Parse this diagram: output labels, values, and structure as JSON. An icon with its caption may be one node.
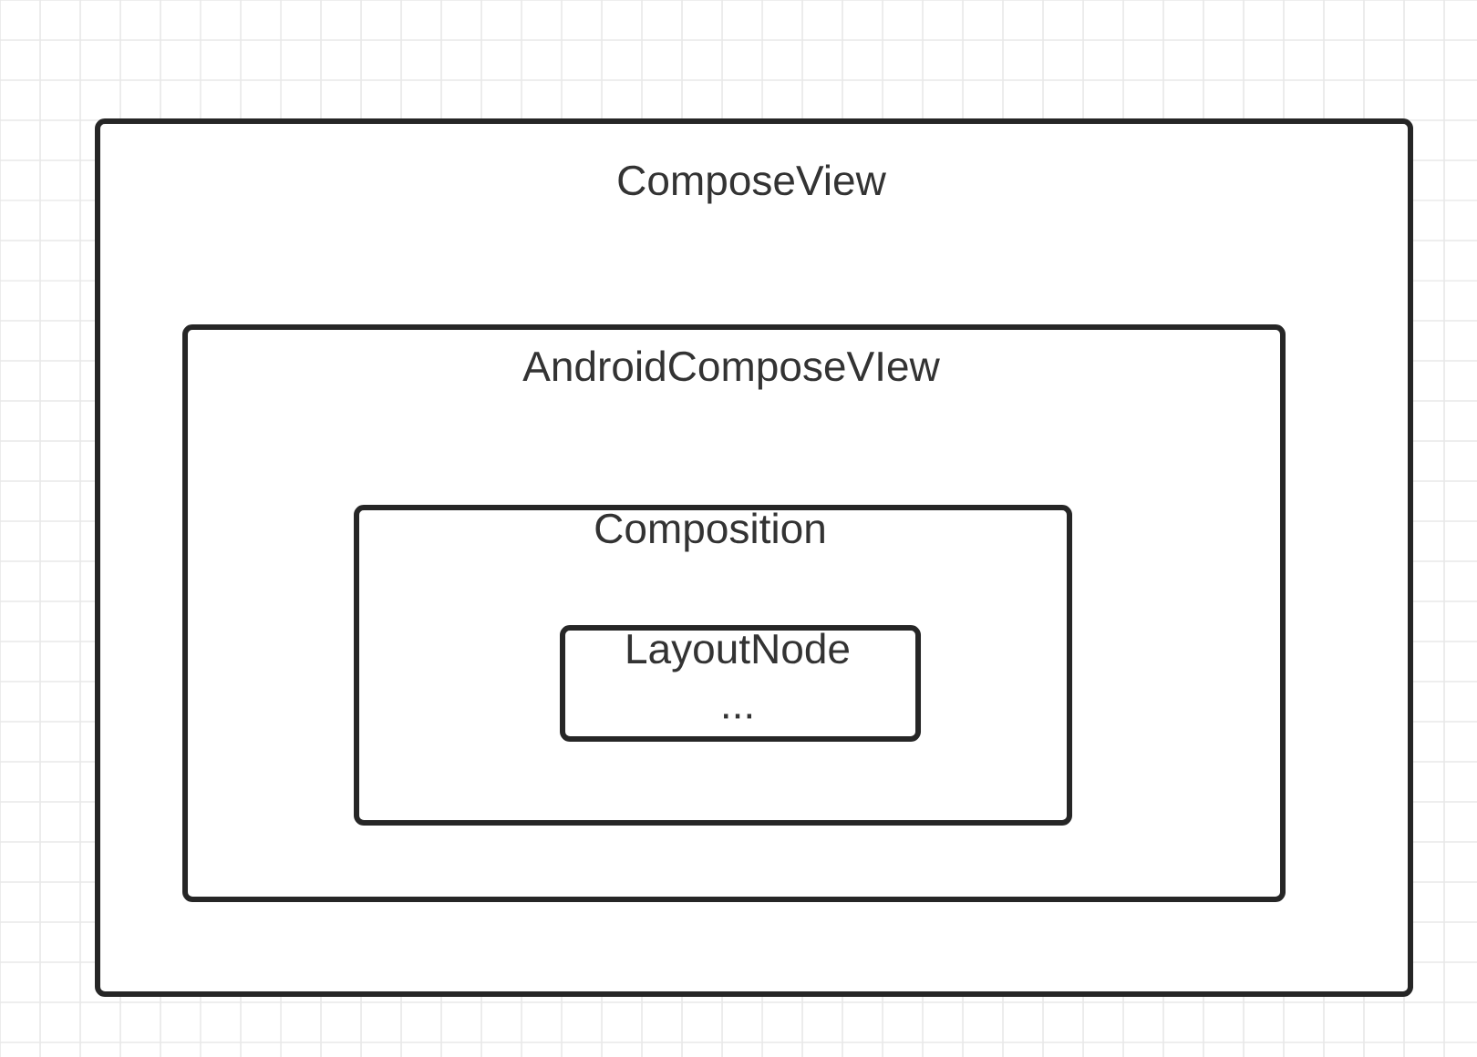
{
  "diagram": {
    "nodes": [
      {
        "text": [
          "ComposeView"
        ]
      },
      {
        "text": [
          "AndroidComposeVIew"
        ],
        "in": 0
      },
      {
        "text": [
          "Composition"
        ],
        "in": 1
      },
      {
        "text": [
          "LayoutNode",
          "..."
        ],
        "in": 2
      }
    ]
  }
}
